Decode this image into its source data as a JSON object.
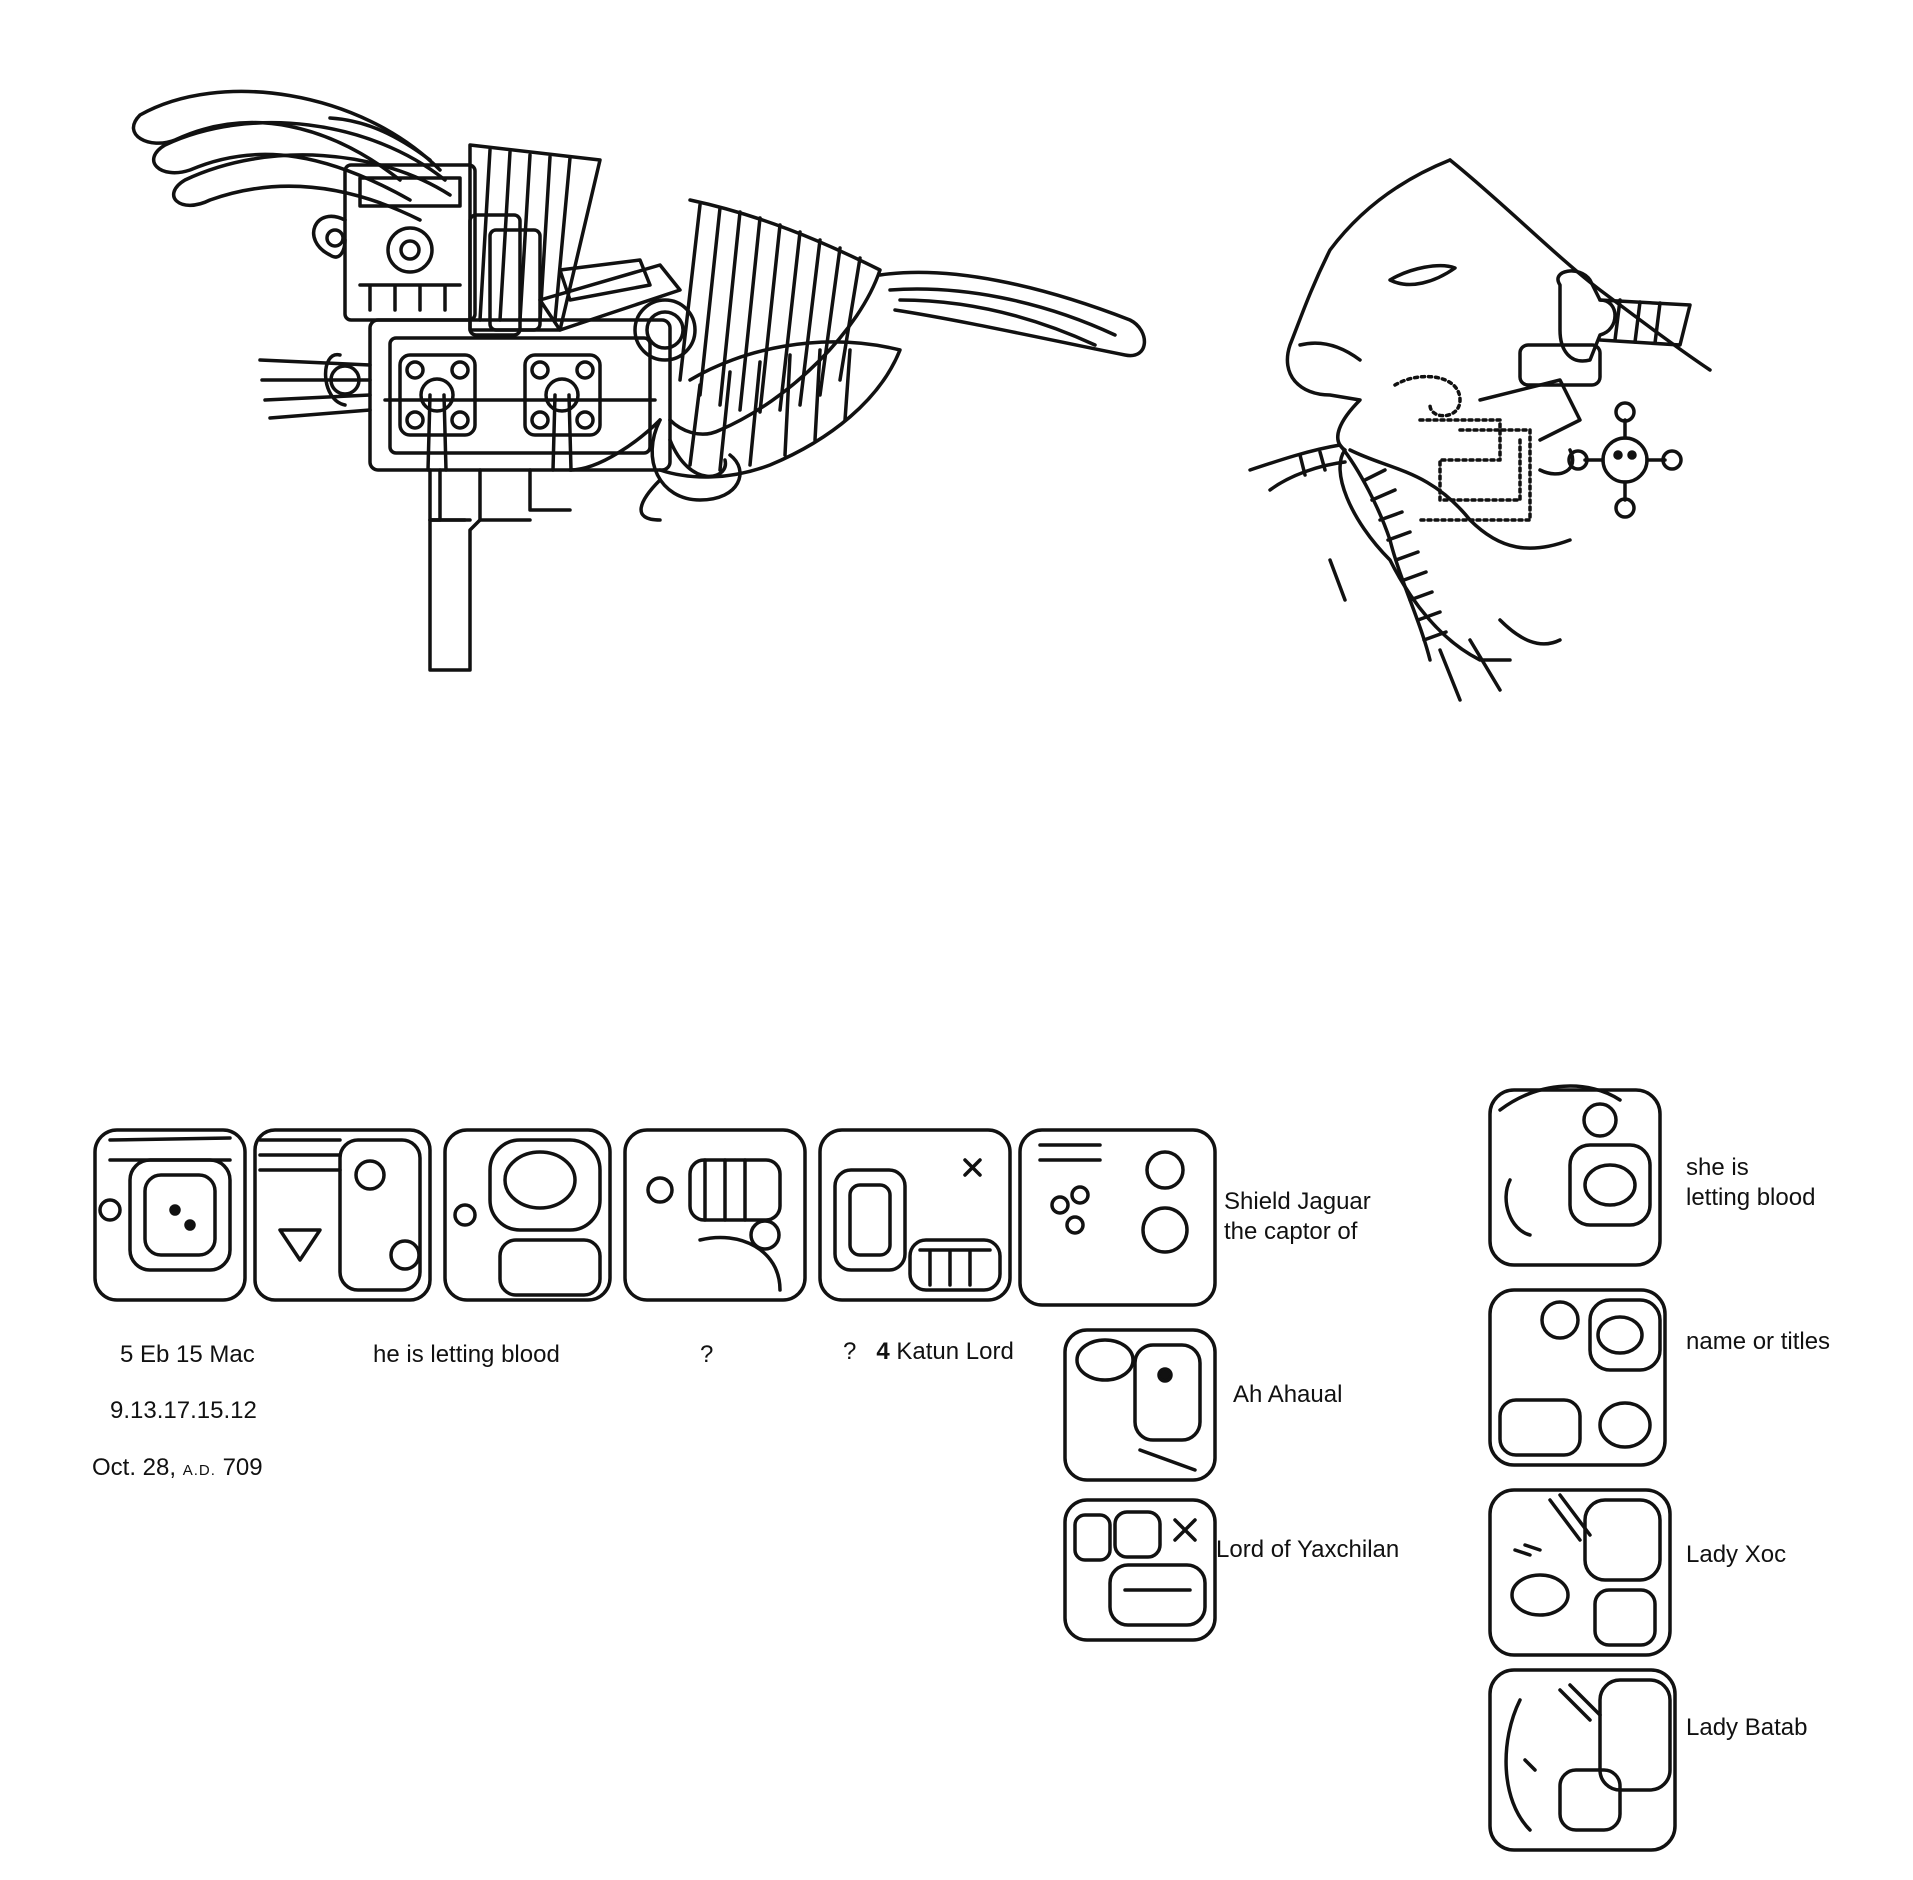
{
  "main_row": {
    "date_caption": "5 Eb 15 Mac",
    "long_count": "9.13.17.15.12",
    "gregorian_prefix": "Oct. 28,",
    "gregorian_era": "A.D.",
    "gregorian_year": "709",
    "verb_caption": "he is letting blood",
    "unknown_caption_1": "?",
    "unknown_caption_2": "?",
    "katun_number": "4",
    "katun_caption": "Katun Lord"
  },
  "ruler_column": {
    "shield_jaguar_line1": "Shield Jaguar",
    "shield_jaguar_line2": "the captor of",
    "ah_ahaual": "Ah Ahaual",
    "lord_of_yaxchilan": "Lord of Yaxchilan"
  },
  "lady_column": {
    "verb_line1": "she is",
    "verb_line2": "letting blood",
    "name_or_titles": "name or titles",
    "lady_xoc": "Lady Xoc",
    "lady_batab": "Lady Batab"
  }
}
